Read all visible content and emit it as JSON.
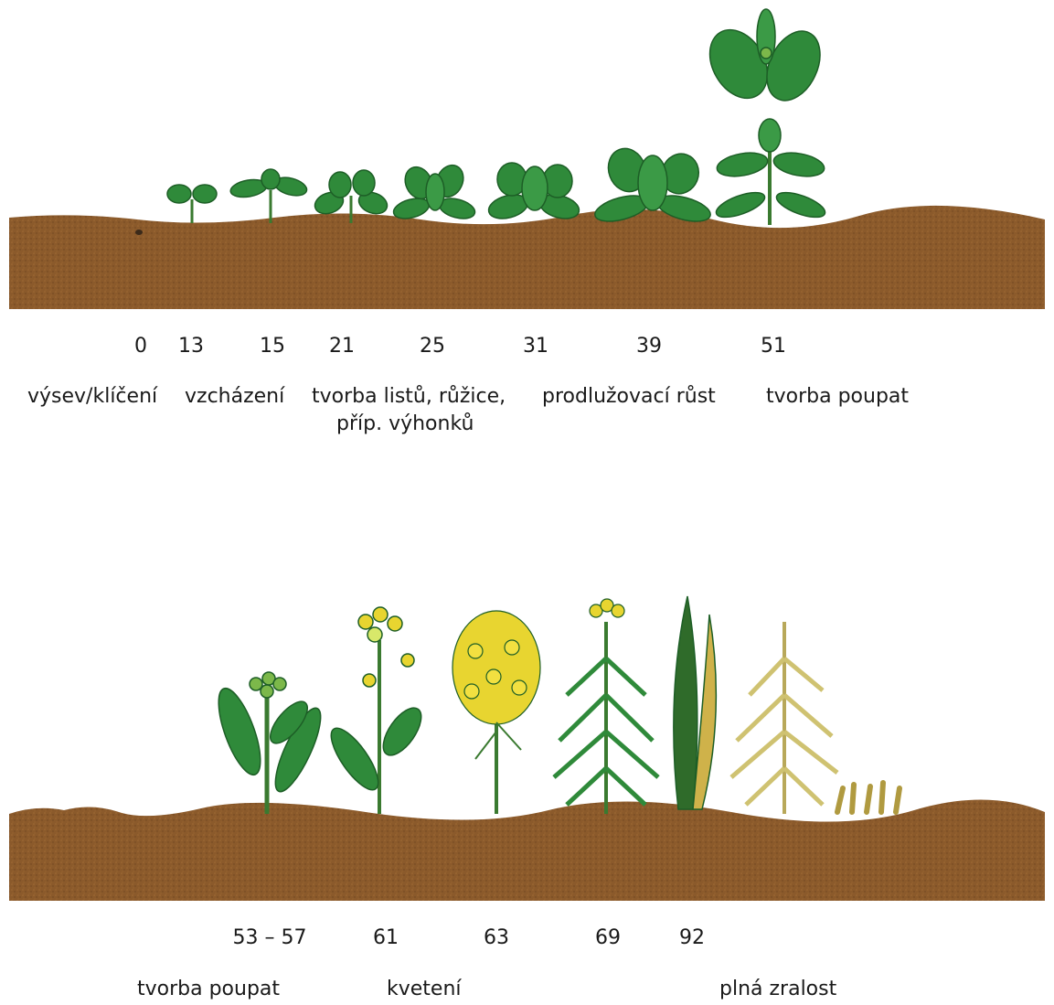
{
  "top_row": {
    "stage_codes": [
      "0",
      "13",
      "15",
      "21",
      "25",
      "31",
      "39",
      "51"
    ],
    "phases": {
      "p1": "výsev/klíčení",
      "p2": "vzcházení",
      "p3_line1": "tvorba listů, růžice,",
      "p3_line2": "příp. výhonků",
      "p4": "prodlužovací růst",
      "p5": "tvorba poupat"
    }
  },
  "bottom_row": {
    "stage_codes": [
      "53 – 57",
      "61",
      "63",
      "69",
      "92"
    ],
    "phases": {
      "p1": "tvorba poupat",
      "p2": "kvetení",
      "p3": "plná zralost"
    }
  },
  "colors": {
    "soil": "#8b5a2b",
    "soil_dark": "#6e4420",
    "leaf": "#2f8a3a",
    "leaf_dark": "#1d5e26",
    "flower": "#e8d530",
    "pod_dry": "#cfc271"
  }
}
